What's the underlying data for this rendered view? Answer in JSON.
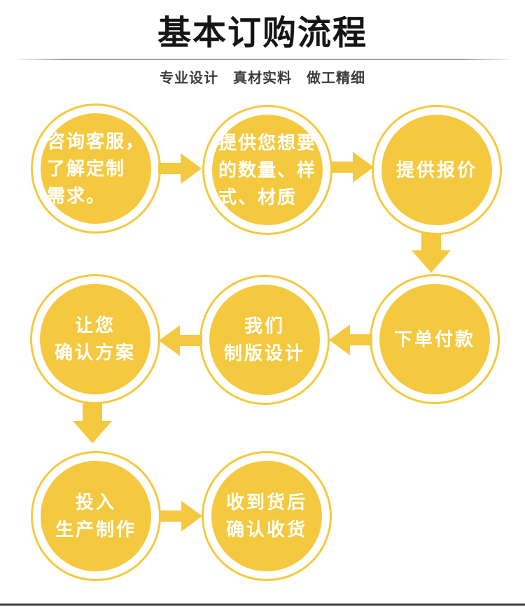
{
  "header": {
    "title": "基本订购流程",
    "subtitle": "专业设计　真材实料　做工精细"
  },
  "colors": {
    "accent": "#F5C93F",
    "title_color": "#151515",
    "subtitle_color": "#3C3C3C",
    "divider_color": "#9E9E9E",
    "bottom_line_color": "#3E3E3E",
    "step_text_color": "#FFFFFF",
    "background": "#FFFFFF"
  },
  "flow": {
    "steps": [
      {
        "id": "consult",
        "label": "咨询客服，\n了解定制\n需求。"
      },
      {
        "id": "requirements",
        "label": "提供您想要\n的数量、样\n式、材质"
      },
      {
        "id": "quote",
        "label": "提供报价"
      },
      {
        "id": "order-pay",
        "label": "下单付款"
      },
      {
        "id": "design",
        "label": "我们\n制版设计"
      },
      {
        "id": "confirm-plan",
        "label": "让您\n确认方案"
      },
      {
        "id": "production",
        "label": "投入\n生产制作"
      },
      {
        "id": "receive-goods",
        "label": "收到货后\n确认收货"
      }
    ],
    "arrows": [
      {
        "direction": "right"
      },
      {
        "direction": "right"
      },
      {
        "direction": "down"
      },
      {
        "direction": "left"
      },
      {
        "direction": "left"
      },
      {
        "direction": "down"
      },
      {
        "direction": "right"
      }
    ]
  }
}
